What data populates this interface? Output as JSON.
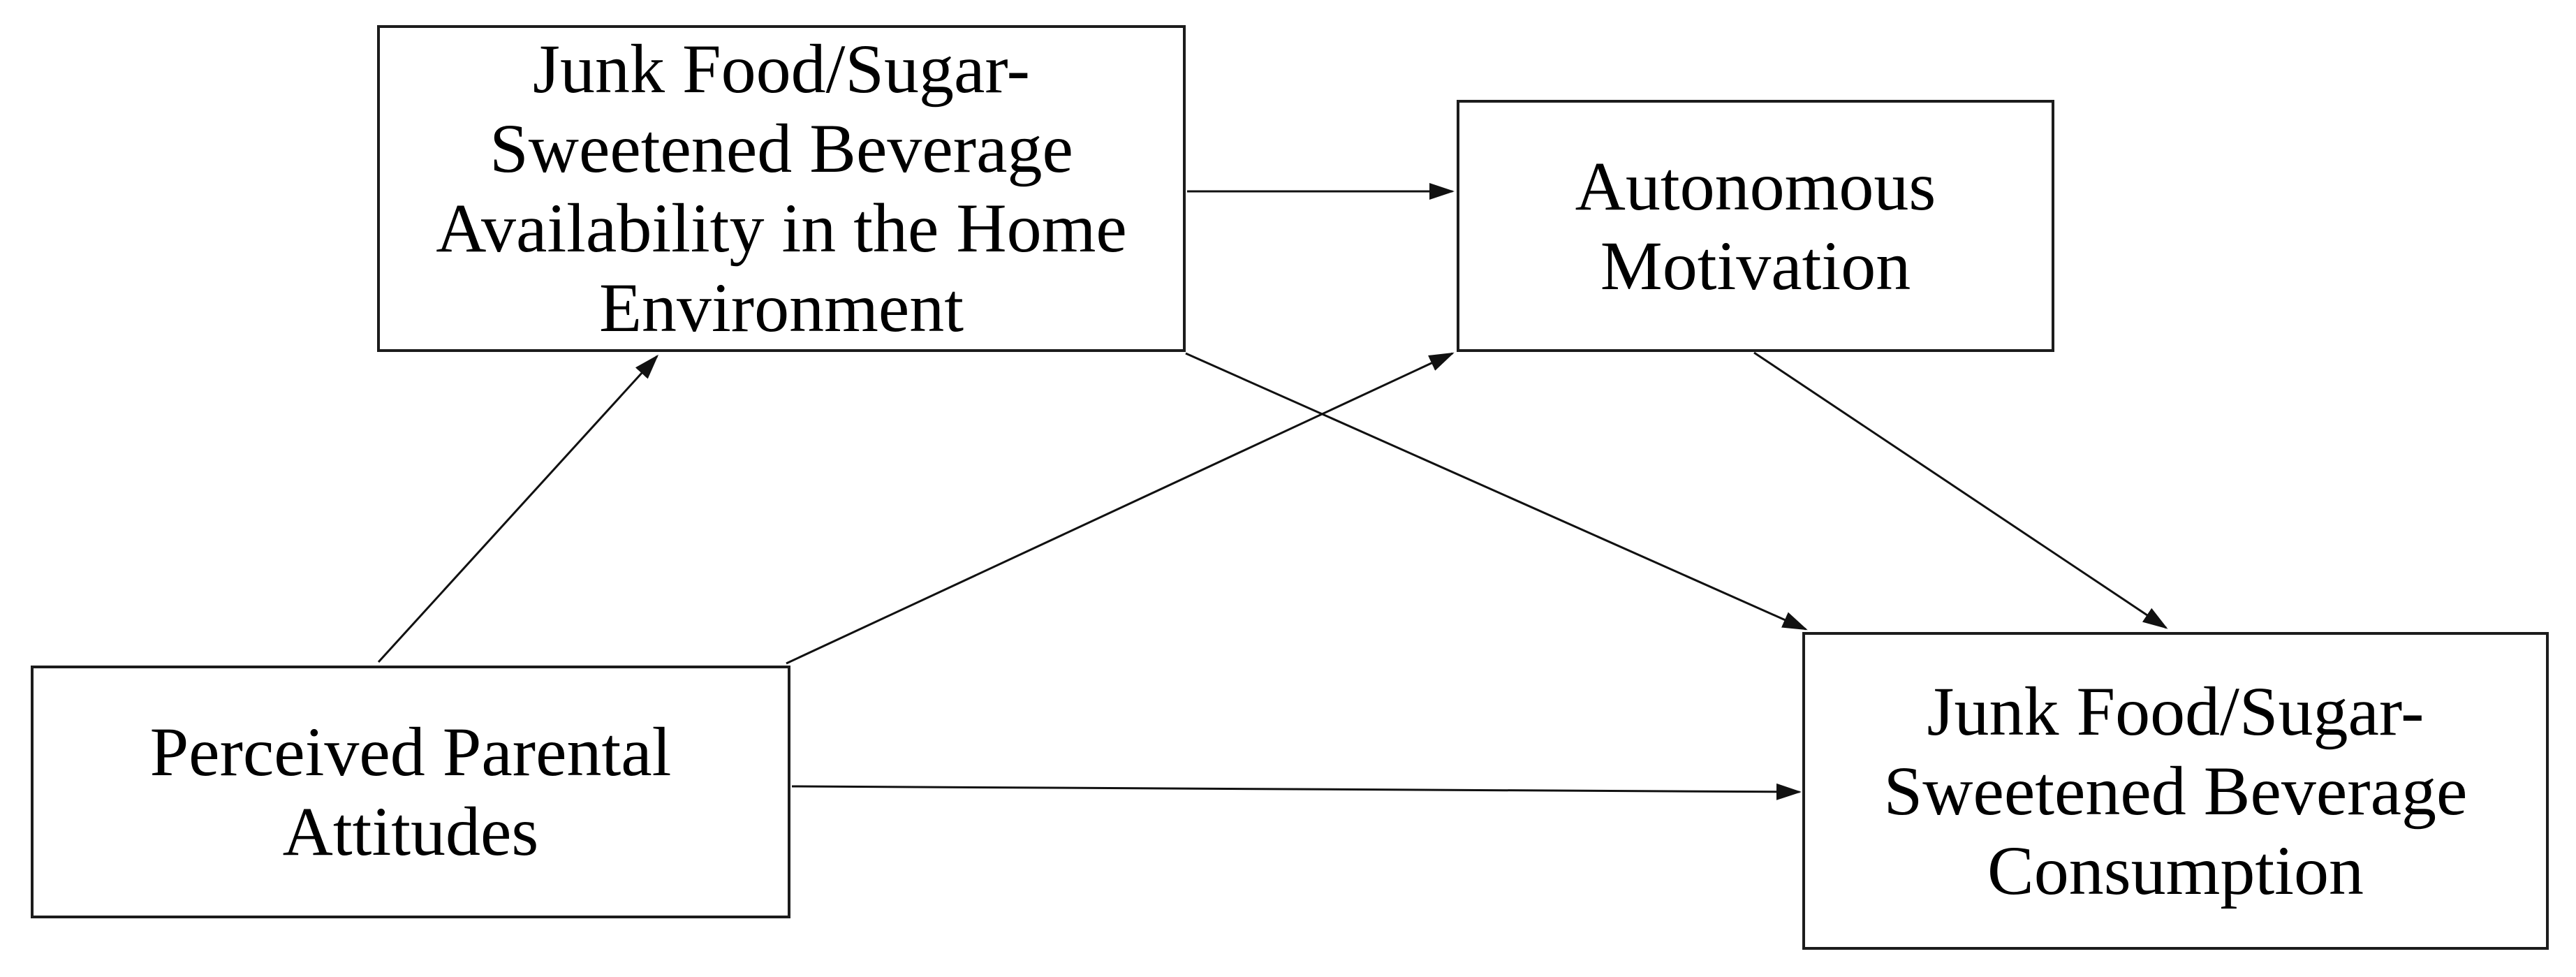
{
  "diagram": {
    "background_color": "#ffffff",
    "box_border_color": "#1c1c1c",
    "arrow_color": "#111111",
    "text_color": "#000000",
    "nodes": {
      "availability": {
        "label": "Junk Food/Sugar-Sweetened Beverage Availability in the Home Environment",
        "lines": [
          "Junk Food/Sugar-",
          "Sweetened Beverage",
          "Availability in the Home",
          "Environment"
        ]
      },
      "autonomous_motivation": {
        "label": "Autonomous Motivation",
        "lines": [
          "Autonomous",
          "Motivation"
        ]
      },
      "perceived_parental_attitudes": {
        "label": "Perceived Parental Attitudes",
        "lines": [
          "Perceived Parental",
          "Attitudes"
        ]
      },
      "consumption": {
        "label": "Junk Food/Sugar-Sweetened Beverage Consumption",
        "lines": [
          "Junk Food/Sugar-",
          "Sweetened Beverage",
          "Consumption"
        ]
      }
    },
    "edges": [
      {
        "from": "perceived_parental_attitudes",
        "to": "availability"
      },
      {
        "from": "availability",
        "to": "autonomous_motivation"
      },
      {
        "from": "perceived_parental_attitudes",
        "to": "autonomous_motivation"
      },
      {
        "from": "availability",
        "to": "consumption"
      },
      {
        "from": "autonomous_motivation",
        "to": "consumption"
      },
      {
        "from": "perceived_parental_attitudes",
        "to": "consumption"
      }
    ]
  }
}
